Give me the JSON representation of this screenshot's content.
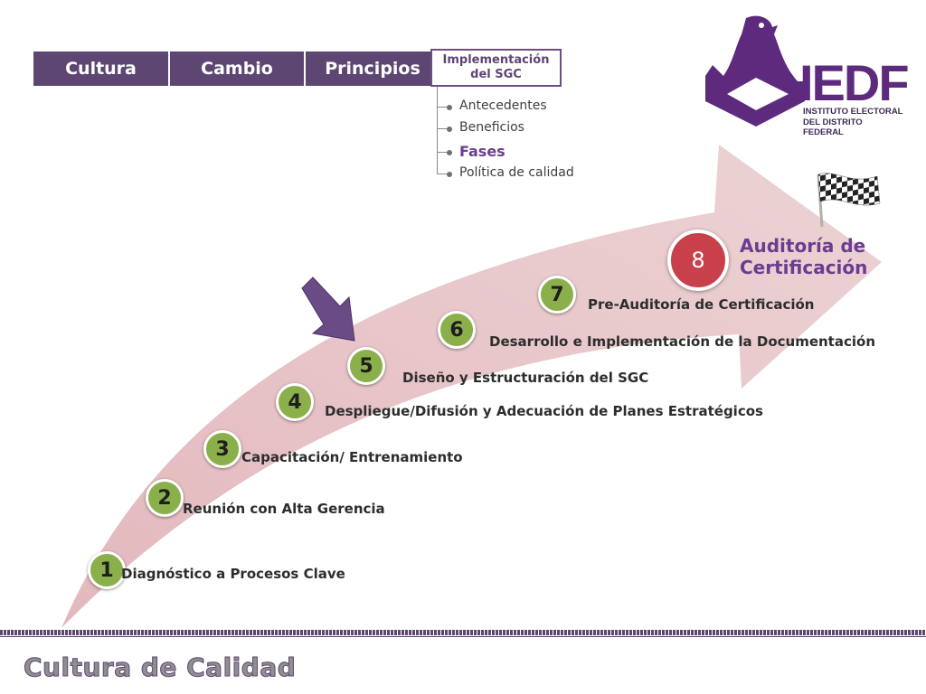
{
  "nav": {
    "tabs": [
      {
        "label": "Cultura"
      },
      {
        "label": "Cambio"
      },
      {
        "label": "Principios"
      }
    ],
    "active_tab": {
      "label": "Implementación\ndel SGC"
    },
    "subitems": [
      {
        "label": "Antecedentes"
      },
      {
        "label": "Beneficios"
      },
      {
        "label": "Fases"
      },
      {
        "label": "Política de calidad"
      }
    ]
  },
  "logo": {
    "acronym": "IEDF",
    "line1": "INSTITUTO ELECTORAL",
    "line2": "DEL DISTRITO FEDERAL"
  },
  "steps": [
    {
      "number": "1",
      "label": "Diagnóstico a Procesos Clave"
    },
    {
      "number": "2",
      "label": "Reunión con Alta Gerencia"
    },
    {
      "number": "3",
      "label": "Capacitación/ Entrenamiento"
    },
    {
      "number": "4",
      "label": "Despliegue/Difusión y Adecuación de Planes Estratégicos"
    },
    {
      "number": "5",
      "label": "Diseño y Estructuración del SGC"
    },
    {
      "number": "6",
      "label": "Desarrollo e Implementación de la Documentación"
    },
    {
      "number": "7",
      "label": "Pre-Auditoría de Certificación"
    },
    {
      "number": "8",
      "label": "Auditoría de\nCertificación"
    }
  ],
  "footer": {
    "title": "Cultura de Calidad"
  },
  "colors": {
    "nav_bg": "#5e4673",
    "accent_purple": "#6b3c8f",
    "step_green": "#8bb04b",
    "step_final": "#c8404a",
    "arrow_fill": "#e7c8cb"
  },
  "icons": [
    "checkered-flag-icon",
    "pointer-arrow-icon",
    "iedf-dove-logo"
  ]
}
